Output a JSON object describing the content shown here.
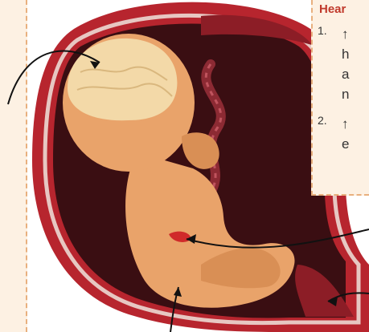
{
  "info_box": {
    "title": "Hear",
    "items": [
      {
        "number": "1.",
        "text": "↑\nh\na\nn"
      },
      {
        "number": "2.",
        "text": "↑\ne"
      }
    ]
  },
  "colors": {
    "panel_background": "#fdf1e3",
    "panel_border": "#e8b07e",
    "title": "#c0392b",
    "uterus_wall": "#b7252e",
    "amniotic_cavity": "#3a0e12",
    "fetus_skin": "#e9a36a",
    "brain": "#f3d9a8",
    "umbilical_cord": "#8c2a33",
    "arrow": "#111111"
  },
  "icons": [
    "uterus-illustration",
    "fetus-illustration",
    "brain-illustration",
    "umbilical-cord-illustration",
    "placenta-illustration"
  ]
}
